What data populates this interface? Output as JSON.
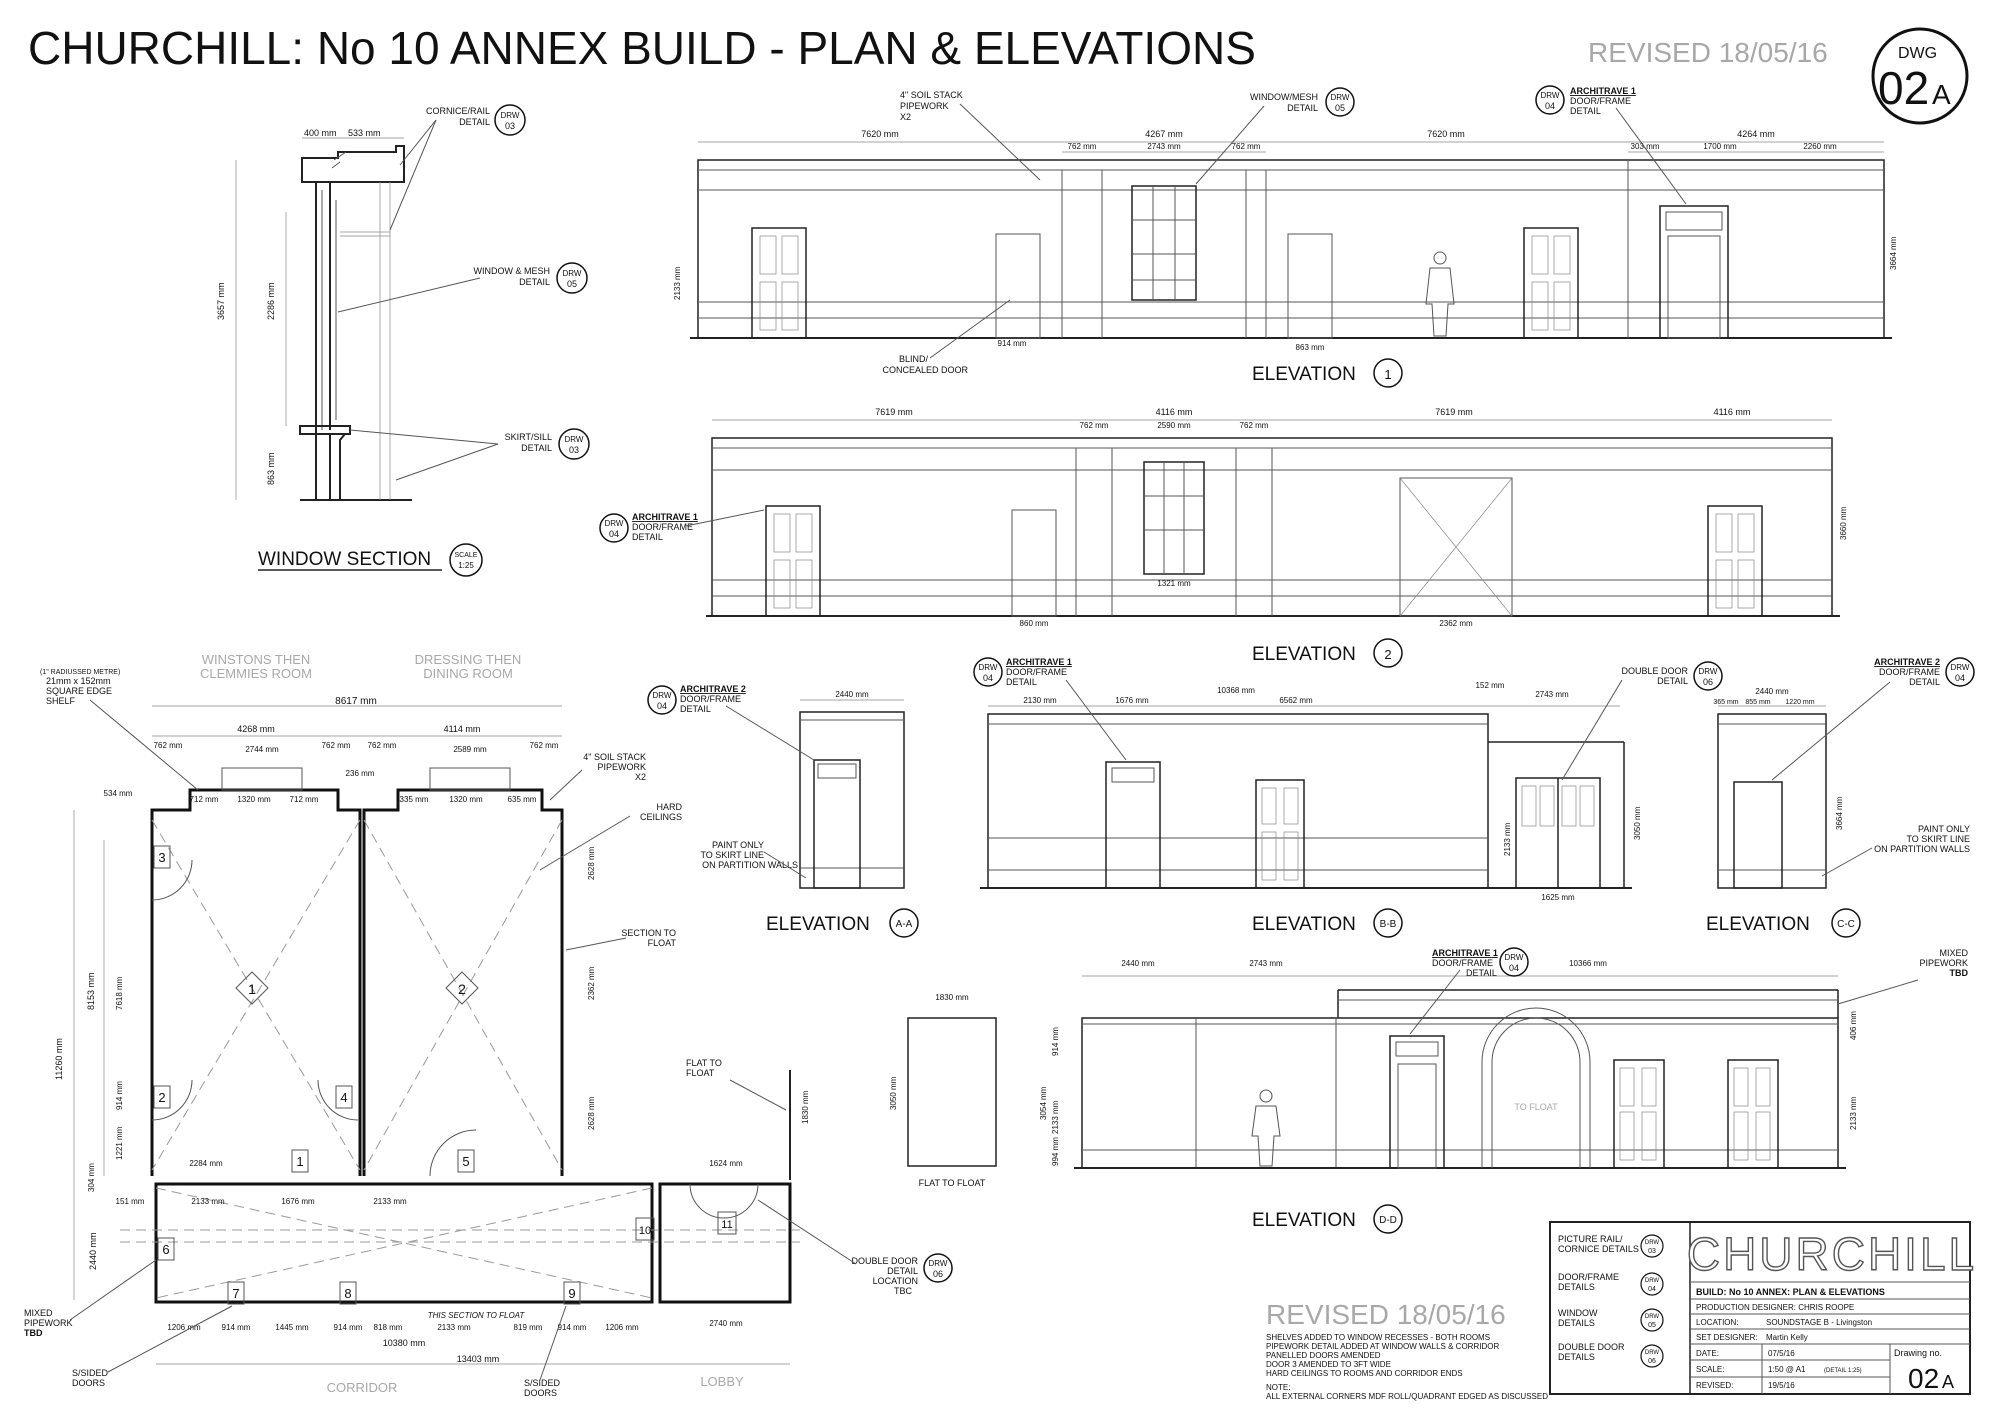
{
  "header": {
    "title": "CHURCHILL: No 10 ANNEX BUILD - PLAN & ELEVATIONS",
    "revised": "REVISED  18/05/16",
    "dwg_label": "DWG",
    "dwg_number": "02",
    "dwg_suffix": "A"
  },
  "callouts": {
    "drw": "DRW",
    "n03": "03",
    "n04": "04",
    "n05": "05",
    "n06": "06",
    "cornice_rail": "CORNICE/RAIL",
    "detail": "DETAIL",
    "window_mesh_caps": "WINDOW & MESH",
    "skirt_sill": "SKIRT/SILL",
    "soil_stack": "4\" SOIL STACK",
    "pipework": "PIPEWORK",
    "x2": "X2",
    "window_mesh": "WINDOW/MESH",
    "architrave1": "ARCHITRAVE 1",
    "architrave2": "ARCHITRAVE 2",
    "door_frame": "DOOR/FRAME",
    "blind": "BLIND/",
    "concealed": "CONCEALED DOOR",
    "double_door": "DOUBLE DOOR",
    "paint_only": "PAINT ONLY",
    "to_skirt": "TO SKIRT LINE",
    "on_partition": "ON PARTITION WALLS",
    "hard": "HARD",
    "ceilings": "CEILINGS",
    "section_to": "SECTION TO",
    "float": "FLOAT",
    "flat_to": "FLAT TO",
    "float_caps": "FLOAT",
    "flat_to_float": "FLAT TO FLOAT",
    "mixed": "MIXED",
    "tbd": "TBD",
    "double_door_detail": "DOUBLE DOOR",
    "location": "LOCATION",
    "tbc": "TBC",
    "shelf1": "(1\" RADIUSSED METRE)",
    "shelf2": "21mm x 152mm",
    "shelf3": "SQUARE EDGE",
    "shelf4": "SHELF",
    "s_sided": "S/SIDED",
    "doors": "DOORS",
    "this_section": "THIS SECTION TO FLOAT",
    "to_float": "TO FLOAT"
  },
  "window_section": {
    "title": "WINDOW SECTION",
    "scale_label": "SCALE",
    "scale_value": "1:25",
    "dims": [
      "400 mm",
      "533 mm",
      "3657 mm",
      "2286 mm",
      "863 mm"
    ]
  },
  "elevations": {
    "e1": {
      "label": "ELEVATION",
      "tag": "1",
      "dims": [
        "7620 mm",
        "4267 mm",
        "7620 mm",
        "4264 mm",
        "762 mm",
        "2743 mm",
        "762 mm",
        "303 mm",
        "1700 mm",
        "2260 mm",
        "2133 mm",
        "914 mm",
        "863 mm",
        "3664 mm"
      ]
    },
    "e2": {
      "label": "ELEVATION",
      "tag": "2",
      "dims": [
        "7619 mm",
        "4116 mm",
        "7619 mm",
        "4116 mm",
        "762 mm",
        "2590 mm",
        "762 mm",
        "1321 mm",
        "860 mm",
        "2362 mm",
        "3660 mm"
      ]
    },
    "eaa": {
      "label": "ELEVATION",
      "tag": "A-A",
      "dims": [
        "2440 mm"
      ]
    },
    "ebb": {
      "label": "ELEVATION",
      "tag": "B-B",
      "dims": [
        "2130 mm",
        "1676 mm",
        "10368 mm",
        "6562 mm",
        "152 mm",
        "2743 mm",
        "2133 mm",
        "3050 mm",
        "1625 mm"
      ]
    },
    "ecc": {
      "label": "ELEVATION",
      "tag": "C-C",
      "dims": [
        "2440 mm",
        "365 mm",
        "855 mm",
        "1220 mm",
        "3664 mm"
      ]
    },
    "edd": {
      "label": "ELEVATION",
      "tag": "D-D",
      "dims": [
        "2440 mm",
        "2743 mm",
        "10366 mm",
        "1830 mm",
        "3050 mm",
        "914 mm",
        "3054 mm",
        "2133 mm",
        "994 mm",
        "406 mm",
        "2133 mm"
      ]
    }
  },
  "plan": {
    "room1": "WINSTONS THEN",
    "room1b": "CLEMMIES ROOM",
    "room2": "DRESSING THEN",
    "room2b": "DINING ROOM",
    "corridor": "CORRIDOR",
    "lobby": "LOBBY",
    "dims": [
      "8617 mm",
      "4268 mm",
      "4114 mm",
      "762 mm",
      "2744 mm",
      "762 mm",
      "762 mm",
      "2589 mm",
      "762 mm",
      "236 mm",
      "534 mm",
      "712 mm",
      "1320 mm",
      "712 mm",
      "335 mm",
      "1320 mm",
      "635 mm",
      "11260 mm",
      "8153 mm",
      "7618 mm",
      "914 mm",
      "1221 mm",
      "2284 mm",
      "304 mm",
      "2628 mm",
      "2362 mm",
      "2628 mm",
      "151 mm",
      "2133 mm",
      "1676 mm",
      "2133 mm",
      "2440 mm",
      "1206 mm",
      "914 mm",
      "1445 mm",
      "914 mm",
      "818 mm",
      "2133 mm",
      "819 mm",
      "914 mm",
      "1206 mm",
      "10380 mm",
      "13403 mm",
      "1624 mm",
      "2740 mm",
      "1830 mm"
    ],
    "door_tags": [
      "1",
      "2",
      "3",
      "4",
      "5",
      "6",
      "7",
      "8",
      "9",
      "10",
      "11"
    ]
  },
  "title_block": {
    "picture_rail": "PICTURE RAIL/",
    "cornice_details": "CORNICE DETAILS",
    "door_frame": "DOOR/FRAME",
    "details": "DETAILS",
    "window": "WINDOW",
    "details2": "DETAILS",
    "double_door": "DOUBLE DOOR",
    "details3": "DETAILS",
    "logo": "CHURCHILL",
    "build": "BUILD: No 10 ANNEX: PLAN & ELEVATIONS",
    "prod_designer": "PRODUCTION DESIGNER: CHRIS ROOPE",
    "location_label": "LOCATION:",
    "location_value": "SOUNDSTAGE B - Livingston",
    "set_designer_label": "SET DESIGNER:",
    "set_designer_value": "Martin Kelly",
    "date_label": "DATE:",
    "date_value": "07/5/16",
    "scale_label": "SCALE:",
    "scale_value": "1:50 @ A1",
    "scale_note": "(DETAIL 1:25)",
    "revised_label": "REVISED:",
    "revised_value": "19/5/16",
    "drawing_no_label": "Drawing no.",
    "drawing_no": "02",
    "drawing_suffix": "A"
  },
  "revision": {
    "stamp": "REVISED  18/05/16",
    "notes": [
      "SHELVES ADDED TO WINDOW RECESSES - BOTH ROOMS",
      "PIPEWORK DETAIL ADDED AT WINDOW WALLS & CORRIDOR",
      "PANELLED DOORS AMENDED",
      "DOOR 3 AMENDED TO 3FT WIDE",
      "HARD CEILINGS TO ROOMS AND CORRIDOR ENDS"
    ],
    "note_label": "NOTE:",
    "note_text": "ALL EXTERNAL CORNERS MDF ROLL/QUADRANT EDGED AS DISCUSSED"
  }
}
